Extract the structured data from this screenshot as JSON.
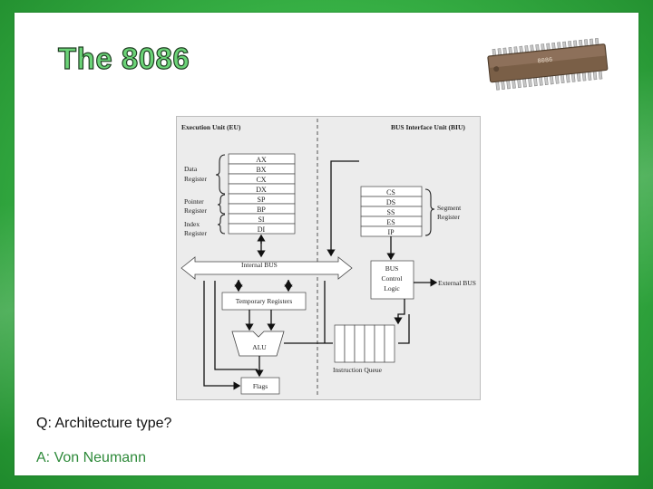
{
  "slide": {
    "title": "The 8086",
    "question": "Q: Architecture type?",
    "answer": "A: Von Neumann",
    "colors": {
      "title_fill": "#6bd377",
      "answer": "#2e8a3a",
      "background": "#3cb84a"
    }
  },
  "chip": {
    "icon": "ic-chip-icon",
    "marking": "8086"
  },
  "diagram": {
    "eu_title": "Execution Unit (EU)",
    "biu_title": "BUS Interface Unit (BIU)",
    "data_register_label": [
      "Data",
      "Register"
    ],
    "pointer_register_label": [
      "Pointer",
      "Register"
    ],
    "index_register_label": [
      "Index",
      "Register"
    ],
    "general_registers": [
      "AX",
      "BX",
      "CX",
      "DX",
      "SP",
      "BP",
      "SI",
      "DI"
    ],
    "segment_registers": [
      "CS",
      "DS",
      "SS",
      "ES",
      "IP"
    ],
    "segment_register_label": [
      "Segment",
      "Register"
    ],
    "internal_bus": "Internal BUS",
    "bus_control": [
      "BUS",
      "Control",
      "Logic"
    ],
    "external_bus": "External BUS",
    "temporary_registers": "Temporary Registers",
    "alu": "ALU",
    "flags": "Flags",
    "instruction_queue": "Instruction Queue"
  }
}
